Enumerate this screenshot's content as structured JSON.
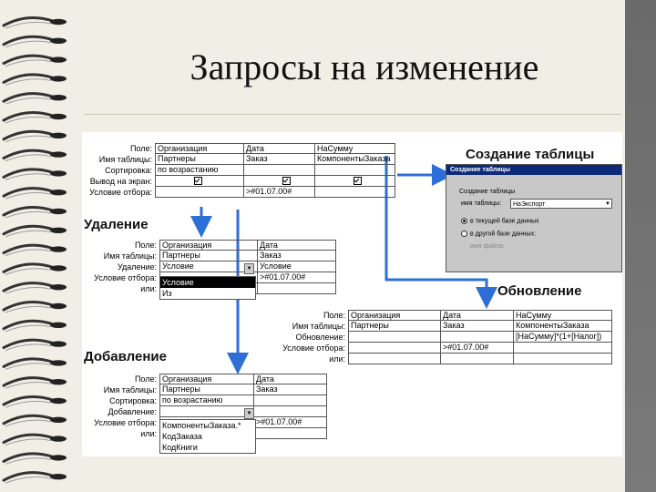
{
  "title": "Запросы на изменение",
  "colors": {
    "arrow": "#2d6fd6",
    "slide_bg": "#f1efe5",
    "dialog_title": "#0d2a7a"
  },
  "labels": {
    "field": "Поле:",
    "table": "Имя таблицы:",
    "sort": "Сортировка:",
    "show": "Вывод на экран:",
    "criteria": "Условие отбора:",
    "or": "или:",
    "delete": "Удаление:",
    "update": "Обновление:",
    "append": "Добавление:"
  },
  "make_table": {
    "heading": "Создание таблицы",
    "cols": [
      {
        "field": "Организация",
        "table": "Партнеры",
        "sort": "по возрастанию",
        "show": true,
        "criteria": ""
      },
      {
        "field": "Дата",
        "table": "Заказ",
        "sort": "",
        "show": true,
        "criteria": ">#01.07.00#"
      },
      {
        "field": "НаСумму",
        "table": "КомпонентыЗаказа",
        "sort": "",
        "show": true,
        "criteria": ""
      }
    ],
    "dialog": {
      "title": "Создание таблицы",
      "section": "Создание таблицы",
      "name_label": "имя таблицы:",
      "name_value": "НаЭкспорт",
      "radio_current": "в текущей базе данных",
      "radio_other": "в другой базе данных:",
      "file_label": "имя файла:"
    }
  },
  "delete_q": {
    "heading": "Удаление",
    "cols": [
      {
        "field": "Организация",
        "table": "Партнеры",
        "delete": "Условие",
        "criteria": ""
      },
      {
        "field": "Дата",
        "table": "Заказ",
        "delete": "Условие",
        "criteria": ">#01.07.00#"
      }
    ],
    "dropdown_options": [
      "Условие",
      "Из"
    ],
    "dropdown_selected": "Условие"
  },
  "update_q": {
    "heading": "Обновление",
    "cols": [
      {
        "field": "Организация",
        "table": "Партнеры",
        "update": "",
        "criteria": ""
      },
      {
        "field": "Дата",
        "table": "Заказ",
        "update": "",
        "criteria": ">#01.07.00#"
      },
      {
        "field": "НаСумму",
        "table": "КомпонентыЗаказа",
        "update": "[НаСумму]*(1+[Налог])",
        "criteria": ""
      }
    ]
  },
  "append_q": {
    "heading": "Добавление",
    "cols": [
      {
        "field": "Организация",
        "table": "Партнеры",
        "sort": "по возрастанию",
        "append": "",
        "criteria": ""
      },
      {
        "field": "Дата",
        "table": "Заказ",
        "sort": "",
        "append": "",
        "criteria": ">#01.07.00#"
      }
    ],
    "dropdown_options": [
      "КомпонентыЗаказа.*",
      "КодЗаказа",
      "КодКниги"
    ]
  }
}
